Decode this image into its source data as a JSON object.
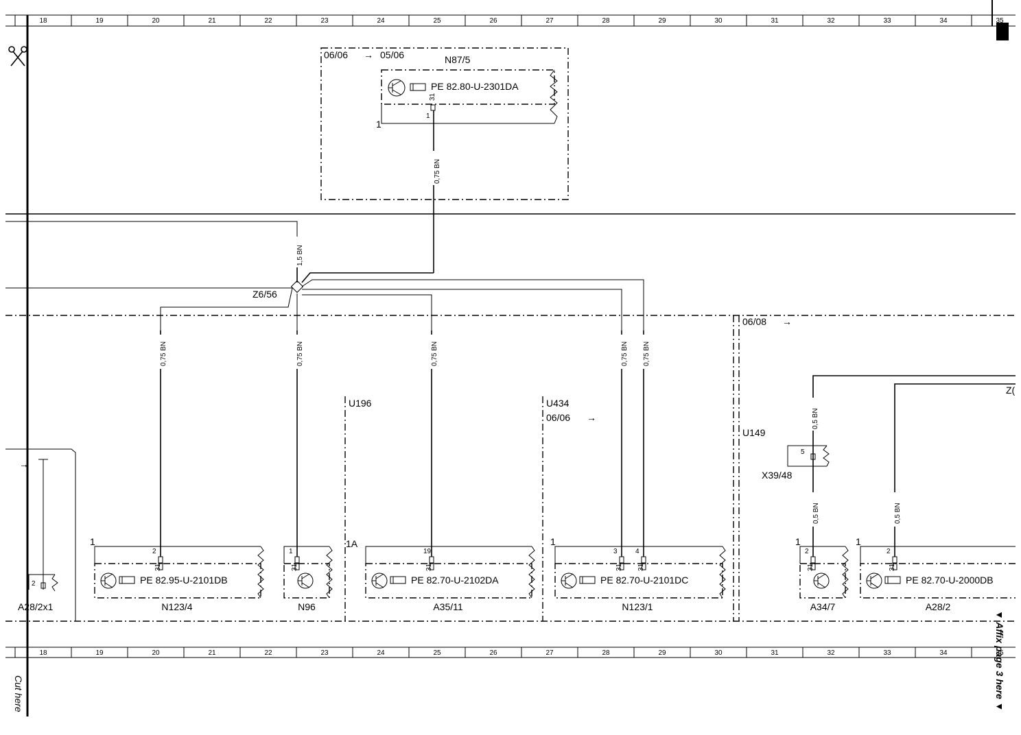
{
  "grid": {
    "columns": [
      "18",
      "19",
      "20",
      "21",
      "22",
      "23",
      "24",
      "25",
      "26",
      "27",
      "28",
      "29",
      "30",
      "31",
      "32",
      "33",
      "34",
      "35"
    ]
  },
  "margin_notes": {
    "cut_here": "Cut here",
    "affix_page": "▼ Affix page 3 here ▼"
  },
  "groups": {
    "top": {
      "ref_left": "06/06",
      "ref_right": "05/06",
      "name": "N87/5",
      "pe": "PE 82.80-U-2301DA",
      "pin_top": "31",
      "pin_side": "1",
      "pin_corner": "1",
      "wire": "0,75 BN"
    },
    "bus": {
      "wire": "1,5 BN",
      "splice": "Z6/56"
    },
    "u196": {
      "name": "U196",
      "fuse": "1A"
    },
    "u434": {
      "name": "U434",
      "ref": "06/06"
    },
    "u149": {
      "name": "U149",
      "ref": "06/08"
    }
  },
  "modules": [
    {
      "id": "N123/4",
      "pe": "PE 82.95-U-2101DB",
      "pins": [
        "2"
      ],
      "corner": "1",
      "wires": [
        "0,75 BN"
      ]
    },
    {
      "id": "N96",
      "pe": "",
      "pins": [
        "1"
      ],
      "corner": "",
      "wires": [
        "0,75 BN"
      ]
    },
    {
      "id": "A35/11",
      "pe": "PE 82.70-U-2102DA",
      "pins": [
        "19"
      ],
      "corner": "",
      "wires": [
        "0,75 BN"
      ]
    },
    {
      "id": "N123/1",
      "pe": "PE 82.70-U-2101DC",
      "pins": [
        "3",
        "4"
      ],
      "corner": "1",
      "wires": [
        "0,75 BN",
        "0,75 BN"
      ]
    },
    {
      "id": "A34/7",
      "pe": "",
      "pins": [
        "2"
      ],
      "corner": "1",
      "wires": [
        "0,5 BN"
      ]
    },
    {
      "id": "A28/2",
      "pe": "PE 82.70-U-2000DB",
      "pins": [
        "2"
      ],
      "corner": "1",
      "wires": [
        "0,5 BN"
      ]
    }
  ],
  "connector": {
    "id": "X39/48",
    "pin": "5",
    "wire_top": "0,5 BN"
  },
  "left_stub": {
    "id": "A28/2x1",
    "pin": "2"
  },
  "cut_pin": "31",
  "partial_label": "Z("
}
